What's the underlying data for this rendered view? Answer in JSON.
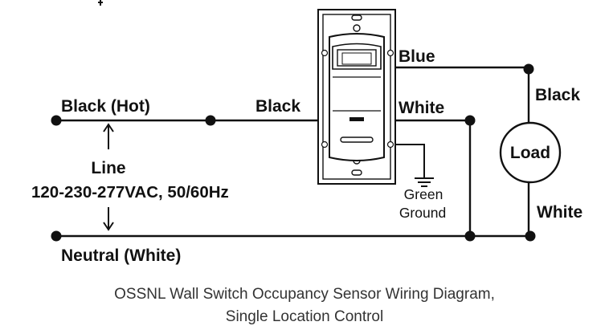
{
  "labels": {
    "blue": "Blue",
    "black_hot": "Black (Hot)",
    "black_mid": "Black",
    "white_mid": "White",
    "black_load": "Black",
    "white_load": "White",
    "line_title": "Line",
    "line_spec": "120-230-277VAC, 50/60Hz",
    "green": "Green",
    "ground": "Ground",
    "load": "Load",
    "neutral": "Neutral (White)"
  },
  "caption": {
    "line1": "OSSNL Wall Switch Occupancy Sensor Wiring Diagram,",
    "line2": "Single Location Control"
  }
}
